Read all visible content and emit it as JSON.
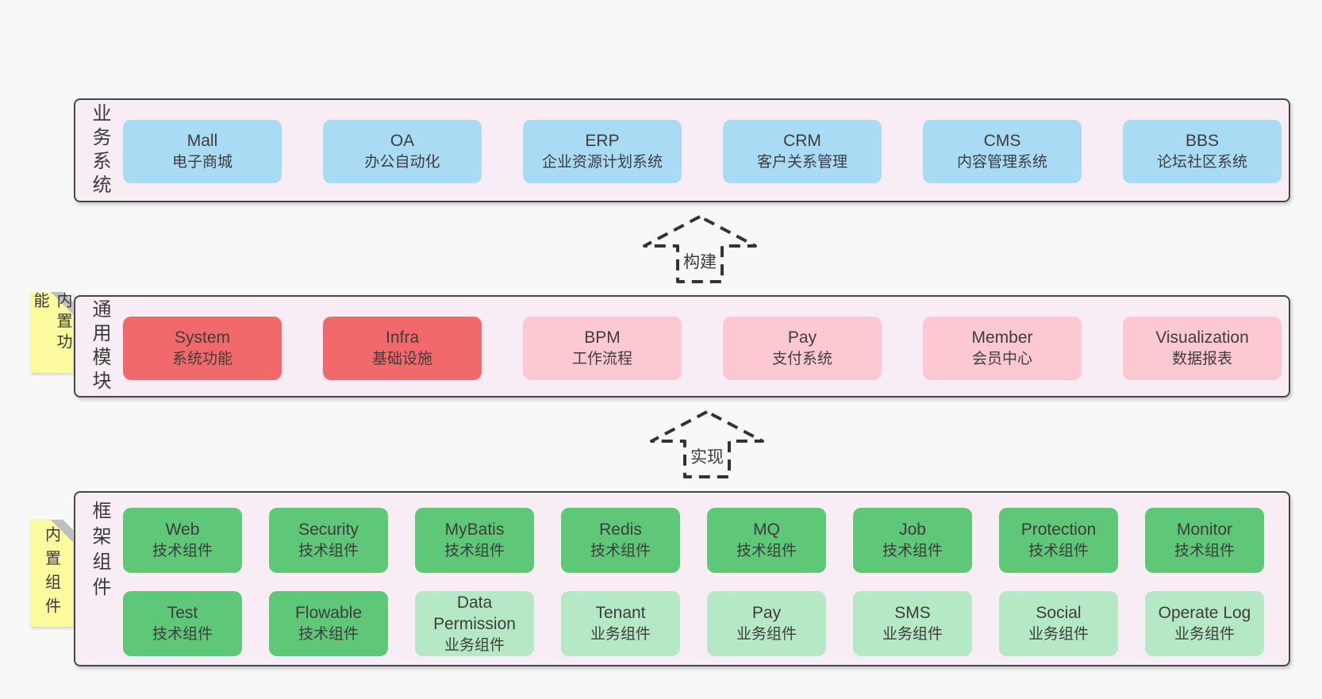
{
  "colors": {
    "page_bg": "#f8f8f8",
    "panel_bg": "#f9edf5",
    "panel_border": "#474747",
    "blue_box": "#a9dbf5",
    "red_box": "#f2696b",
    "pink_box": "#fcc8d2",
    "green_dark_box": "#5ec878",
    "green_light_box": "#b5e8c5",
    "note_yellow": "#fcfa9f"
  },
  "arrows": [
    {
      "label": "构建"
    },
    {
      "label": "实现"
    }
  ],
  "layers": {
    "business": {
      "side_label": "业务系统",
      "boxes": [
        {
          "en": "Mall",
          "zh": "电子商城",
          "variant": "blue"
        },
        {
          "en": "OA",
          "zh": "办公自动化",
          "variant": "blue"
        },
        {
          "en": "ERP",
          "zh": "企业资源计划系统",
          "variant": "blue"
        },
        {
          "en": "CRM",
          "zh": "客户关系管理",
          "variant": "blue"
        },
        {
          "en": "CMS",
          "zh": "内容管理系统",
          "variant": "blue"
        },
        {
          "en": "BBS",
          "zh": "论坛社区系统",
          "variant": "blue"
        }
      ]
    },
    "modules": {
      "side_label": "通用模块",
      "note_label": "内置功能",
      "boxes": [
        {
          "en": "System",
          "zh": "系统功能",
          "variant": "red"
        },
        {
          "en": "Infra",
          "zh": "基础设施",
          "variant": "red"
        },
        {
          "en": "BPM",
          "zh": "工作流程",
          "variant": "pink"
        },
        {
          "en": "Pay",
          "zh": "支付系统",
          "variant": "pink"
        },
        {
          "en": "Member",
          "zh": "会员中心",
          "variant": "pink"
        },
        {
          "en": "Visualization",
          "zh": "数据报表",
          "variant": "pink"
        }
      ]
    },
    "components": {
      "side_label": "框架组件",
      "note_label": "内置组件",
      "row1": [
        {
          "en": "Web",
          "zh": "技术组件",
          "variant": "green-dark"
        },
        {
          "en": "Security",
          "zh": "技术组件",
          "variant": "green-dark"
        },
        {
          "en": "MyBatis",
          "zh": "技术组件",
          "variant": "green-dark"
        },
        {
          "en": "Redis",
          "zh": "技术组件",
          "variant": "green-dark"
        },
        {
          "en": "MQ",
          "zh": "技术组件",
          "variant": "green-dark"
        },
        {
          "en": "Job",
          "zh": "技术组件",
          "variant": "green-dark"
        },
        {
          "en": "Protection",
          "zh": "技术组件",
          "variant": "green-dark"
        },
        {
          "en": "Monitor",
          "zh": "技术组件",
          "variant": "green-dark"
        }
      ],
      "row2": [
        {
          "en": "Test",
          "zh": "技术组件",
          "variant": "green-dark"
        },
        {
          "en": "Flowable",
          "zh": "技术组件",
          "variant": "green-dark"
        },
        {
          "en": "Data Permission",
          "zh": "业务组件",
          "variant": "green-light"
        },
        {
          "en": "Tenant",
          "zh": "业务组件",
          "variant": "green-light"
        },
        {
          "en": "Pay",
          "zh": "业务组件",
          "variant": "green-light"
        },
        {
          "en": "SMS",
          "zh": "业务组件",
          "variant": "green-light"
        },
        {
          "en": "Social",
          "zh": "业务组件",
          "variant": "green-light"
        },
        {
          "en": "Operate Log",
          "zh": "业务组件",
          "variant": "green-light"
        }
      ]
    }
  }
}
